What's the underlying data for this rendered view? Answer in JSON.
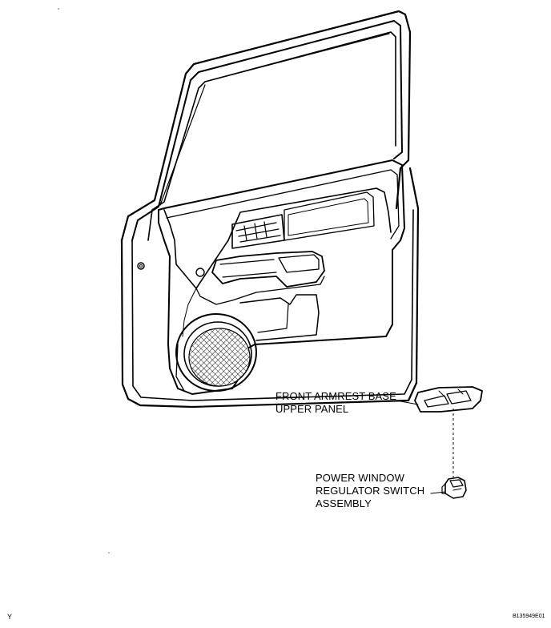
{
  "callouts": {
    "armrest_panel": {
      "line1": "FRONT ARMREST BASE",
      "line2": "UPPER PANEL"
    },
    "switch_assembly": {
      "line1": "POWER WINDOW",
      "line2": "REGULATOR SWITCH",
      "line3": "ASSEMBLY"
    }
  },
  "corner_marks": {
    "left": "Y",
    "right": "B135949E01"
  }
}
